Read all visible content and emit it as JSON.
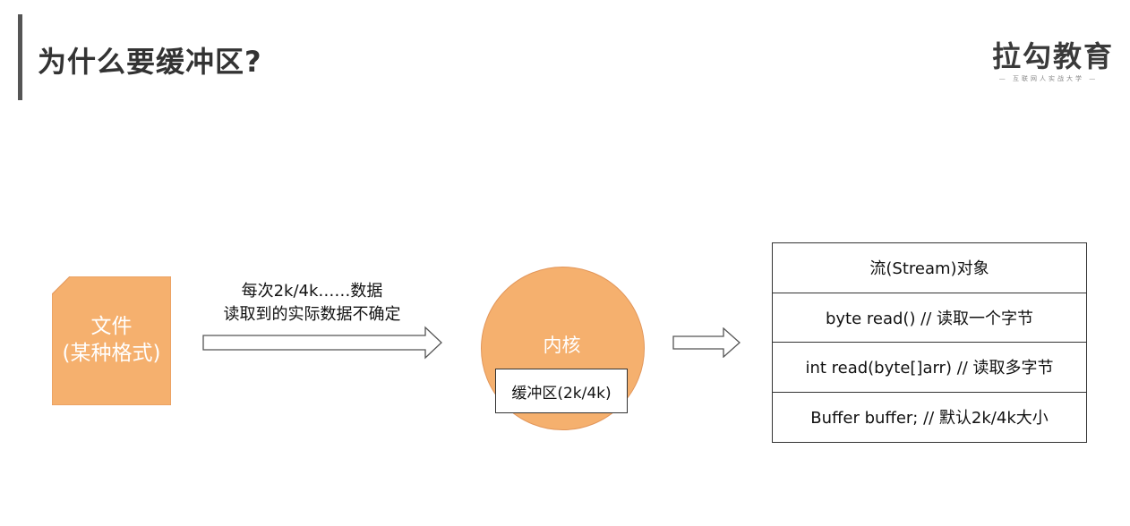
{
  "header": {
    "title": "为什么要缓冲区?"
  },
  "logo": {
    "name": "拉勾教育",
    "tagline": "— 互联网人实战大学 —"
  },
  "file_node": {
    "line1": "文件",
    "line2": "(某种格式)",
    "color": "#f5b06e"
  },
  "read_arrow": {
    "line1": "每次2k/4k……数据",
    "line2": "读取到的实际数据不确定"
  },
  "kernel_node": {
    "label": "内核",
    "buffer_label": "缓冲区(2k/4k)",
    "color": "#f5b06e"
  },
  "stream_table": {
    "rows": [
      "流(Stream)对象",
      "byte read() // 读取一个字节",
      "int read(byte[]arr) // 读取多字节",
      "Buffer buffer; // 默认2k/4k大小"
    ]
  }
}
